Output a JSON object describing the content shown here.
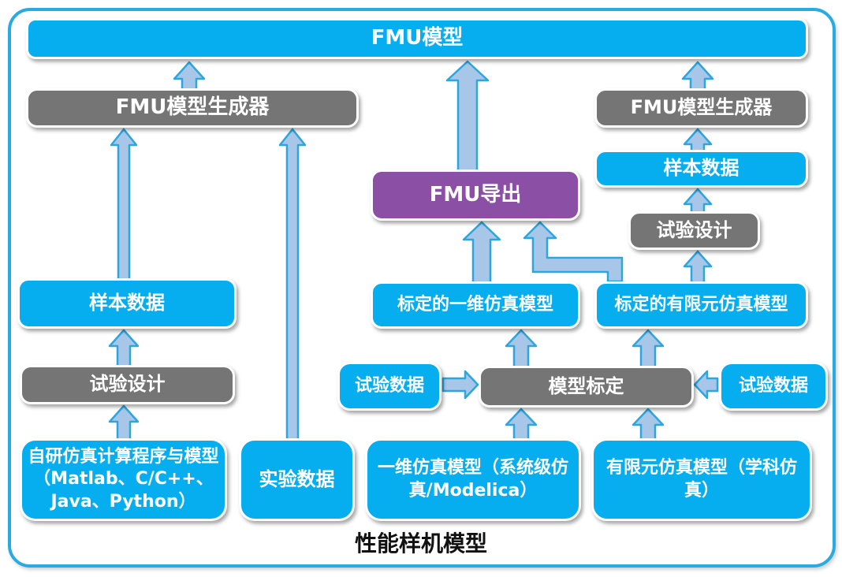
{
  "title": "性能样机模型",
  "colors": {
    "cyan": "#06AEEF",
    "gray": "#757575",
    "purple": "#8C4FA6",
    "arrow_fill": "#A8C6E8",
    "arrow_stroke": "#2BA6DF",
    "border": "#29ABE2"
  },
  "nodes": {
    "fmu_model": {
      "label": "FMU模型"
    },
    "fmu_generator_left": {
      "label": "FMU模型生成器"
    },
    "fmu_generator_right": {
      "label": "FMU模型生成器"
    },
    "fmu_export": {
      "label": "FMU导出"
    },
    "sample_data_left": {
      "label": "样本数据"
    },
    "sample_data_right": {
      "label": "样本数据"
    },
    "doe_left": {
      "label": "试验设计"
    },
    "doe_right": {
      "label": "试验设计"
    },
    "calibrated_1d_model": {
      "label": "标定的一维仿真模型"
    },
    "calibrated_fem_model": {
      "label": "标定的有限元仿真模型"
    },
    "test_data_left": {
      "label": "试验数据"
    },
    "model_calibration": {
      "label": "模型标定"
    },
    "test_data_right": {
      "label": "试验数据"
    },
    "self_developed_program": {
      "label": "自研仿真计算程序与模型（Matlab、C/C++、Java、Python）"
    },
    "experiment_data": {
      "label": "实验数据"
    },
    "one_d_sim_model": {
      "label": "一维仿真模型（系统级仿真/Modelica）"
    },
    "fem_sim_model": {
      "label": "有限元仿真模型（学科仿真）"
    }
  },
  "edges": [
    {
      "from": "fmu_generator_left",
      "to": "fmu_model"
    },
    {
      "from": "fmu_generator_right",
      "to": "fmu_model"
    },
    {
      "from": "fmu_export",
      "to": "fmu_model"
    },
    {
      "from": "sample_data_left",
      "to": "fmu_generator_left"
    },
    {
      "from": "experiment_data",
      "to": "fmu_generator_left"
    },
    {
      "from": "doe_left",
      "to": "sample_data_left"
    },
    {
      "from": "self_developed_program",
      "to": "doe_left"
    },
    {
      "from": "calibrated_1d_model",
      "to": "fmu_export"
    },
    {
      "from": "calibrated_fem_model",
      "to": "fmu_export"
    },
    {
      "from": "calibrated_fem_model",
      "to": "doe_right"
    },
    {
      "from": "doe_right",
      "to": "sample_data_right"
    },
    {
      "from": "sample_data_right",
      "to": "fmu_generator_right"
    },
    {
      "from": "model_calibration",
      "to": "calibrated_1d_model"
    },
    {
      "from": "model_calibration",
      "to": "calibrated_fem_model"
    },
    {
      "from": "test_data_left",
      "to": "model_calibration"
    },
    {
      "from": "test_data_right",
      "to": "model_calibration"
    },
    {
      "from": "one_d_sim_model",
      "to": "model_calibration"
    },
    {
      "from": "fem_sim_model",
      "to": "model_calibration"
    }
  ]
}
